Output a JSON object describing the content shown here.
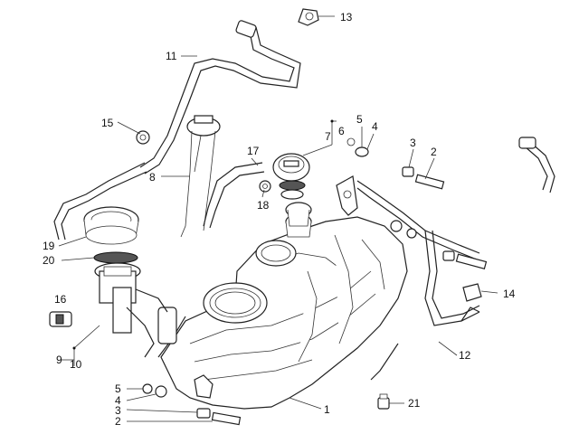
{
  "diagram": {
    "callouts": [
      "13",
      "11",
      "15",
      "8",
      "17",
      "18",
      "5",
      "4",
      "7",
      "6",
      "3",
      "2",
      "19",
      "20",
      "16",
      "9",
      "10",
      "14",
      "12",
      "5",
      "4",
      "3",
      "2",
      "1",
      "21"
    ]
  },
  "colors": {
    "line": "#222222",
    "background": "#ffffff"
  }
}
